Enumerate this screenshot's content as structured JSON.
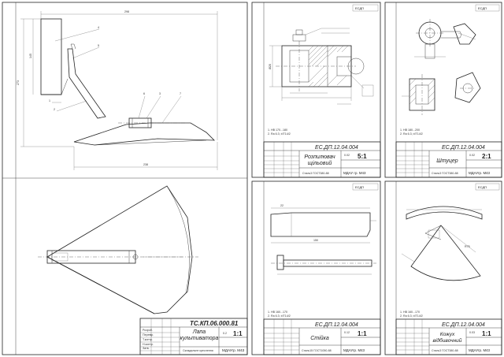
{
  "sheets": {
    "main": {
      "code": "ТС.КП.06.000.81",
      "title": "Лапа культиватора",
      "title_lines": [
        "Лапа",
        "культиватора"
      ],
      "mass": "0.2",
      "scale": "1:1",
      "material": "Складальне креслення",
      "org": "МДАУгр. М43",
      "notes": [],
      "dims": {
        "top": "298",
        "left": "273",
        "mid": "145",
        "bottom": "238"
      }
    },
    "bushing": {
      "code": "ЕС.ДП.12.04.004",
      "title": "Розпилювач щільовий",
      "title_lines": [
        "Розпилювач",
        "щільовий"
      ],
      "mass": "0.02",
      "scale": "5:1",
      "material": "Сталь3 ГОСТ380-88",
      "org": "МДАУ гр. М43",
      "notes": [
        "1. НВ 170...180",
        "2. Ra 6.3; ±IT14/2"
      ]
    },
    "fitting": {
      "code": "ЕС.ДП.12.04.004",
      "title": "Штуцер",
      "title_lines": [
        "Штуцер"
      ],
      "mass": "0.02",
      "scale": "2:1",
      "material": "Сталь3 ГОСТ380-88",
      "org": "МДАУгр. М43",
      "notes": [
        "1. НВ 180...200",
        "2. Ra 6.3; ±IT14/2"
      ]
    },
    "post": {
      "code": "ЕС.ДП.12.04.004",
      "title": "Стійка",
      "title_lines": [
        "Стійка"
      ],
      "mass": "0.12",
      "scale": "1:1",
      "material": "Сталь15 ГОСТ1050-88",
      "org": "МДАУгр. М43",
      "notes": [
        "1. НВ 160...170",
        "2. Ra 6.3; ±IT14/2"
      ]
    },
    "guard": {
      "code": "ЕС.ДП.12.04.004",
      "title": "Кожух відбивочний",
      "title_lines": [
        "Кожух",
        "відбивочний"
      ],
      "mass": "0.03",
      "scale": "1:1",
      "material": "Сталь3 ГОСТ380-88",
      "org": "МДАУгр. М43",
      "notes": [
        "1. НВ 160...170",
        "2. Ra 6.3; ±IT14/2"
      ]
    }
  },
  "title_block_labels": {
    "lit": "Літ",
    "mass": "Маса",
    "scale": "Масшт",
    "sheet": "Лист",
    "sheets": "Листів 1",
    "rows": [
      "Зм",
      "Арк.",
      "№ докум.",
      "Підп.",
      "Дата"
    ],
    "roles": [
      "Розроб.",
      "Перевір.",
      "Т.контр.",
      "Н.контр.",
      "Затв."
    ]
  },
  "stamp": "ЕСДП",
  "dimension_labels": {
    "post_len": "150",
    "post_h": "22",
    "bush_d": "Ø28",
    "guard_r": "R75"
  }
}
